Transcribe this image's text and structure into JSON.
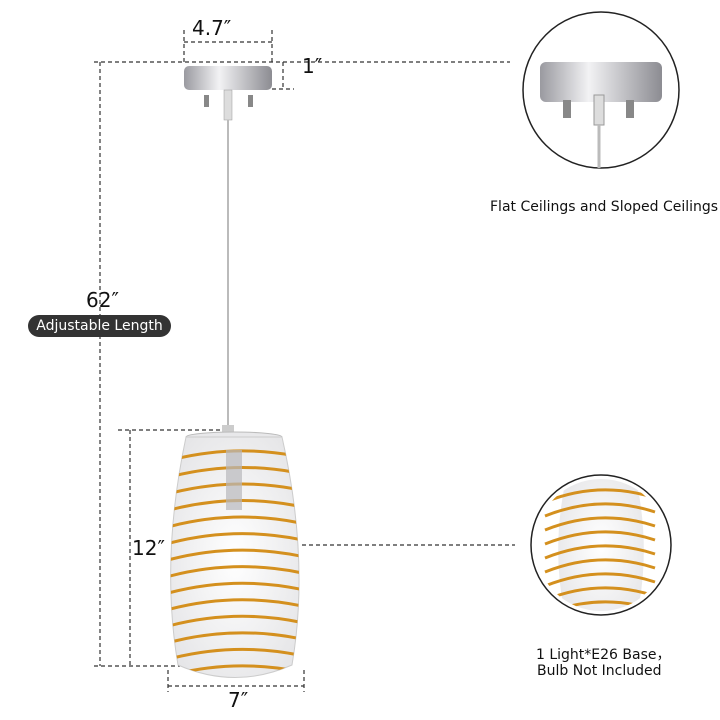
{
  "dimensions": {
    "canopy_width": "4.7″",
    "canopy_height": "1″",
    "overall_length": "62″",
    "adjustable_label": "Adjustable Length",
    "shade_height": "12″",
    "shade_width": "7″"
  },
  "callouts": {
    "canopy": "Flat Ceilings and Sloped Ceilings",
    "bulb_line1": "1 Light*E26 Base，",
    "bulb_line2": "Bulb Not Included"
  },
  "colors": {
    "swirl": "#d4901e",
    "chrome": "#c8c8cc",
    "pill": "#333333"
  }
}
